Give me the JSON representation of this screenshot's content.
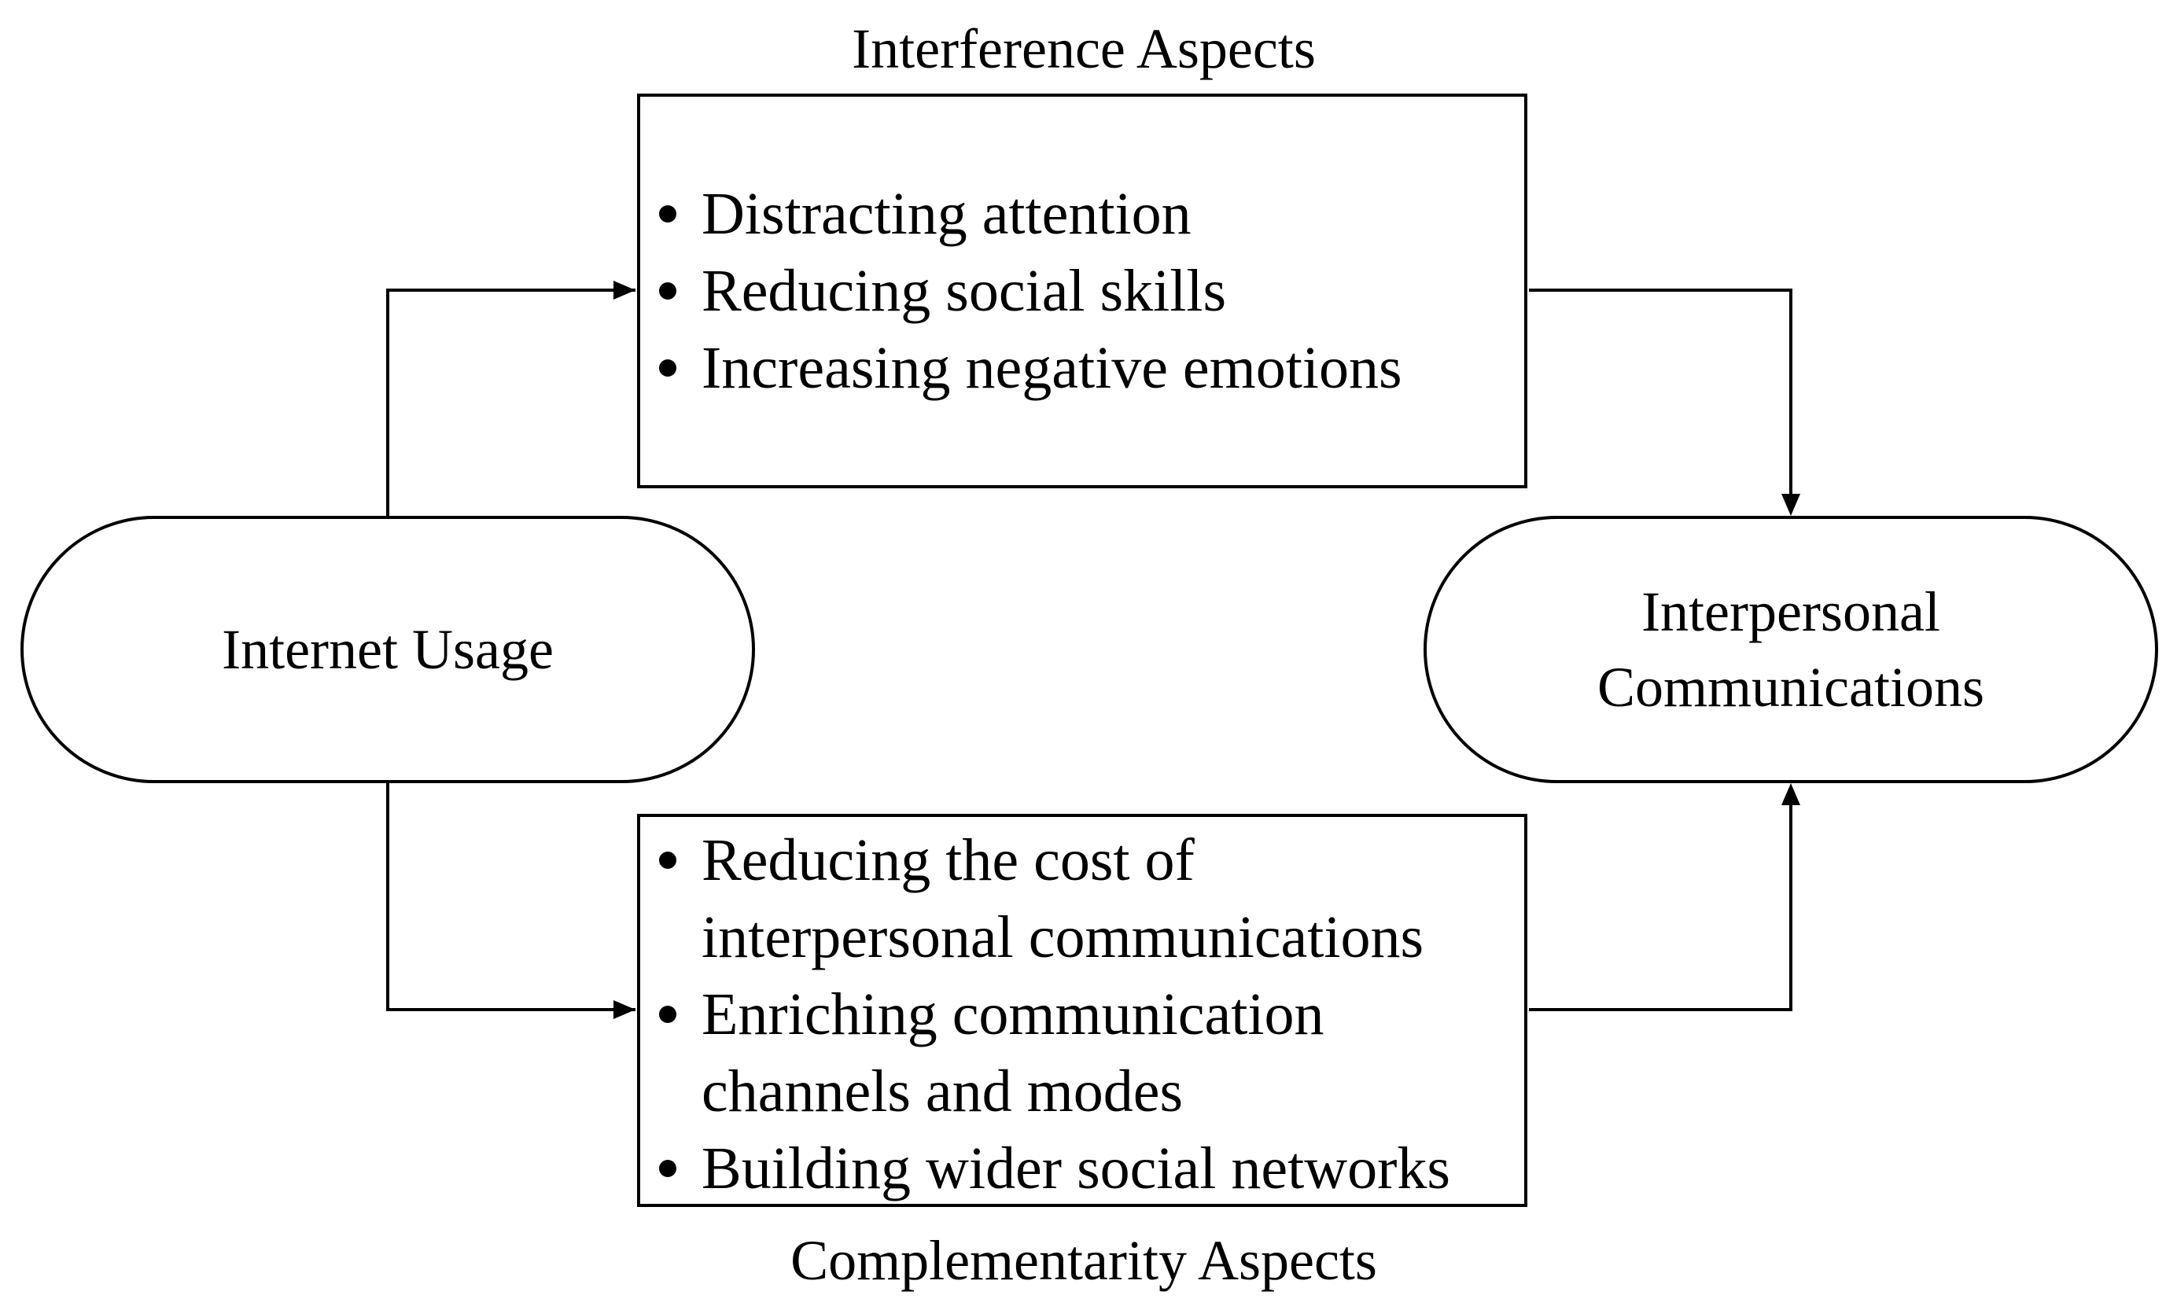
{
  "interference": {
    "title": "Interference Aspects",
    "items": [
      "Distracting attention",
      "Reducing social skills",
      "Increasing negative emotions"
    ]
  },
  "complementarity": {
    "title": "Complementarity Aspects",
    "items": [
      "Reducing the cost of interpersonal communications",
      "Enriching communication channels and modes",
      "Building wider social networks"
    ]
  },
  "nodes": {
    "source": "Internet Usage",
    "target_line1": "Interpersonal",
    "target_line2": "Communications"
  },
  "colors": {
    "line": "#000000",
    "background": "#ffffff"
  }
}
